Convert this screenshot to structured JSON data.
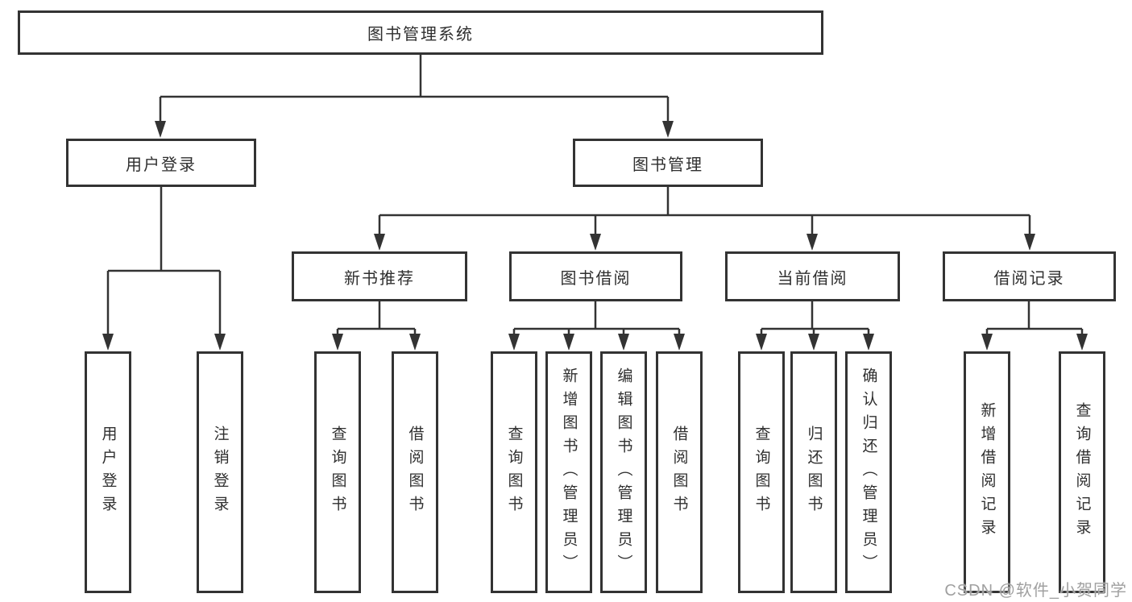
{
  "tree": {
    "label": "图书管理系统",
    "children": [
      {
        "label": "用户登录",
        "children": [
          {
            "label": "用户登录"
          },
          {
            "label": "注销登录"
          }
        ]
      },
      {
        "label": "图书管理",
        "children": [
          {
            "label": "新书推荐",
            "children": [
              {
                "label": "查询图书"
              },
              {
                "label": "借阅图书"
              }
            ]
          },
          {
            "label": "图书借阅",
            "children": [
              {
                "label": "查询图书"
              },
              {
                "label": "新增图书（管理员）"
              },
              {
                "label": "编辑图书（管理员）"
              },
              {
                "label": "借阅图书"
              }
            ]
          },
          {
            "label": "当前借阅",
            "children": [
              {
                "label": "查询图书"
              },
              {
                "label": "归还图书"
              },
              {
                "label": "确认归还（管理员）"
              }
            ]
          },
          {
            "label": "借阅记录",
            "children": [
              {
                "label": "新增借阅记录"
              },
              {
                "label": "查询借阅记录"
              }
            ]
          }
        ]
      }
    ]
  },
  "watermark": "CSDN @软件_小贺同学",
  "colors": {
    "line": "#333333",
    "box_border": "#333333",
    "text": "#2f2f2f",
    "watermark": "#a0a0a0",
    "background": "#ffffff"
  }
}
